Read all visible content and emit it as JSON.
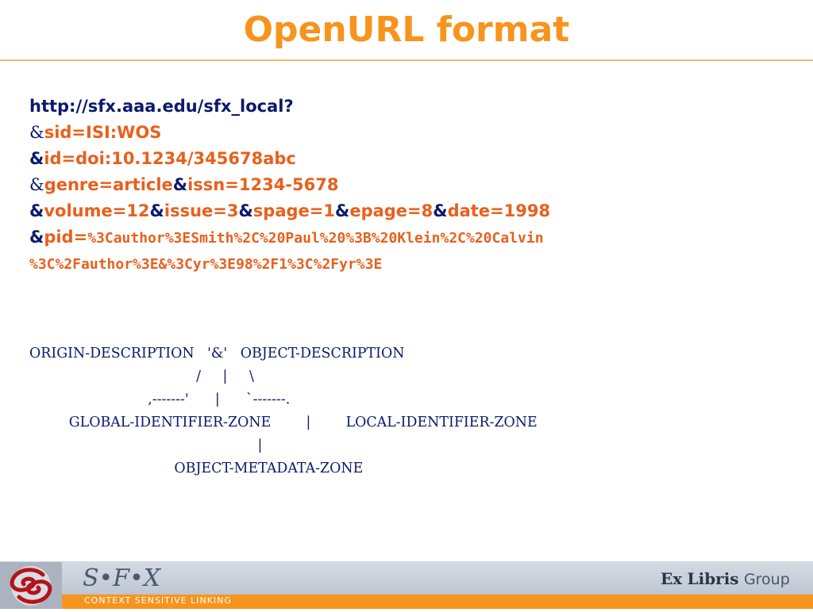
{
  "title": "OpenURL format",
  "url": {
    "base": "http://sfx.aaa.edu/sfx_local?",
    "amp": "&",
    "sid": "sid=ISI:WOS",
    "id": "id=doi:10.1234/345678abc",
    "genre": "genre=article",
    "issn": "issn=1234-5678",
    "volume": "volume=12",
    "issue": "issue=3",
    "spage": "spage=1",
    "epage": "epage=8",
    "date": "date=1998",
    "pid_key": "pid=",
    "pid_value_1": "%3Cauthor%3ESmith%2C%20Paul%20%3B%20Klein%2C%20Calvin",
    "pid_value_2": "%3C%2Fauthor%3E&%3Cyr%3E98%2F1%3C%2Fyr%3E"
  },
  "diagram": {
    "line1": "ORIGIN-DESCRIPTION   '&'   OBJECT-DESCRIPTION",
    "line2": "                                      /     |     \\",
    "line3": "                           ,-------'      |      `-------.",
    "line4": "         GLOBAL-IDENTIFIER-ZONE        |        LOCAL-IDENTIFIER-ZONE",
    "line5": "                                                    |",
    "line6": "                                 OBJECT-METADATA-ZONE"
  },
  "footer": {
    "brand": "S•F•X",
    "tagline": "CONTEXT  SENSITIVE  LINKING",
    "company_name": "Libris",
    "company_suffix": "Group",
    "company_prefix": "Ex"
  },
  "colors": {
    "title": "#F7941D",
    "navy": "#0A1A6B",
    "orange": "#E8601C"
  }
}
